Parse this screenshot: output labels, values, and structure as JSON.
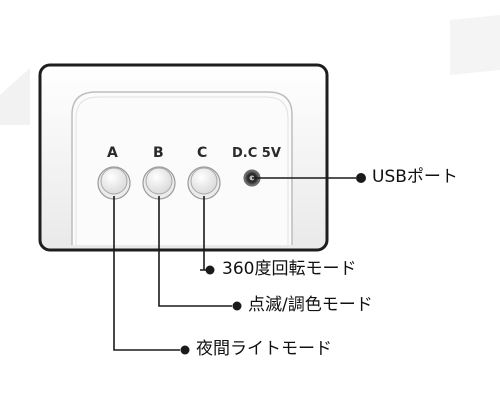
{
  "device": {
    "buttons": [
      {
        "letter": "A"
      },
      {
        "letter": "B"
      },
      {
        "letter": "C"
      }
    ],
    "port_label": "D.C 5V"
  },
  "callouts": {
    "usb": "USBポート",
    "rotation": "360度回転モード",
    "color": "点滅/調色モード",
    "night": "夜間ライトモード"
  },
  "colors": {
    "line": "#1a1a1a",
    "device_face": "#f4f4f4",
    "device_border": "#222222",
    "button_fill": "#f7f7f7"
  }
}
